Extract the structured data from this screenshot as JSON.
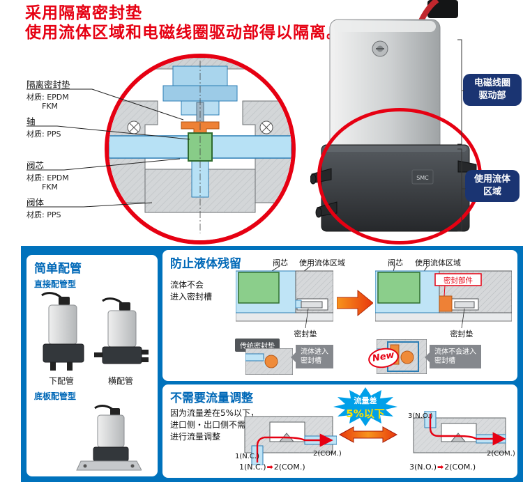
{
  "header": {
    "line1": "采用隔离密封垫",
    "line2": "使用流体区域和电磁线圈驱动部得以隔离。"
  },
  "cutaway": {
    "callouts": [
      {
        "label": "隔离密封垫",
        "material": "材质: EPDM",
        "material2": "FKM"
      },
      {
        "label": "轴",
        "material": "材质: PPS",
        "material2": ""
      },
      {
        "label": "阀芯",
        "material": "材质: EPDM",
        "material2": "FKM"
      },
      {
        "label": "阀体",
        "material": "材质: PPS",
        "material2": ""
      }
    ]
  },
  "product": {
    "logo": "SMC",
    "solenoid_label": {
      "line1": "电磁线圈",
      "line2": "驱动部"
    },
    "fluid_label": {
      "line1": "使用流体",
      "line2": "区域"
    }
  },
  "piping": {
    "title": "简单配管",
    "direct_title": "直接配管型",
    "caption_bottom": "下配管",
    "caption_side": "横配管",
    "base_title": "底板配管型"
  },
  "residue": {
    "title": "防止液体残留",
    "desc1": "流体不会",
    "desc2": "进入密封槽",
    "old": {
      "core": "阀芯",
      "fluid": "使用流体区域",
      "gasket": "密封垫",
      "tag": "传统密封垫",
      "note1": "流体进入",
      "note2": "密封槽"
    },
    "new": {
      "core": "阀芯",
      "fluid": "使用流体区域",
      "seal": "密封部件",
      "gasket": "密封垫",
      "badge": "New",
      "note1": "流体不会进入",
      "note2": "密封槽"
    }
  },
  "flow": {
    "title": "不需要流量调整",
    "desc1": "因为流量差在5%以下，",
    "desc2": "进口侧・出口侧不需要",
    "desc3": "进行流量调整",
    "badge1": "流量差",
    "badge2": "5%以下",
    "arrow": "➡",
    "nc": {
      "port_in": "1(N.C.)",
      "port_out": "2(COM.)"
    },
    "no": {
      "port_in": "3(N.O.)",
      "port_out": "2(COM.)"
    }
  },
  "colors": {
    "red": "#e60012",
    "blue_bg": "#0072bc",
    "title_blue": "#0068b7",
    "navy": "#1a3472",
    "badge_blue": "#00a0e9",
    "badge_yellow": "#ffe100"
  }
}
